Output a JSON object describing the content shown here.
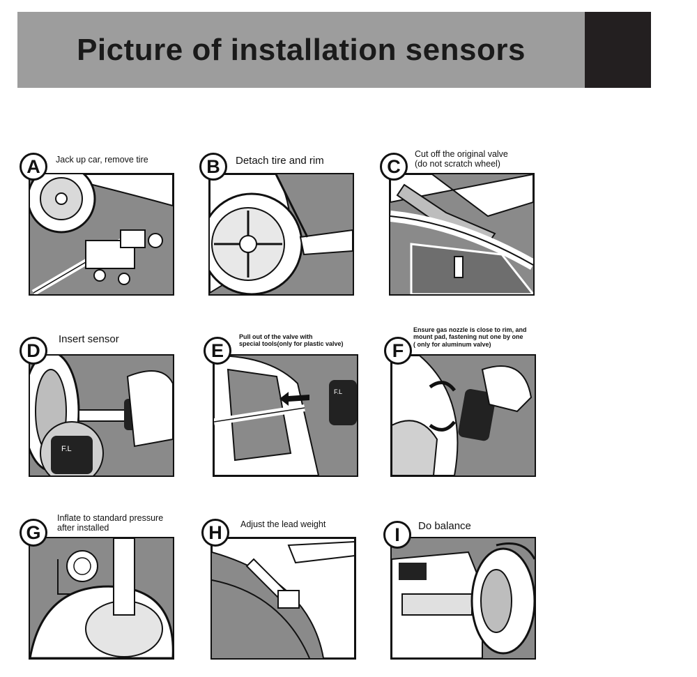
{
  "header": {
    "title": "Picture of installation sensors"
  },
  "steps": [
    {
      "letter": "A",
      "caption": "Jack up car, remove tire"
    },
    {
      "letter": "B",
      "caption": "Detach tire and rim"
    },
    {
      "letter": "C",
      "caption": "Cut off the original valve\n(do not scratch wheel)"
    },
    {
      "letter": "D",
      "caption": "Insert sensor"
    },
    {
      "letter": "E",
      "caption": "Pull out of the valve with\nspecial tools(only for plastic valve)"
    },
    {
      "letter": "F",
      "caption": "Ensure gas nozzle is close to rim, and\nmount pad, fastening nut one by one\n( only for aluminum valve)"
    },
    {
      "letter": "G",
      "caption": "Inflate to standard pressure\nafter installed"
    },
    {
      "letter": "H",
      "caption": "Adjust the lead weight"
    },
    {
      "letter": "I",
      "caption": "Do balance"
    }
  ],
  "sensor_label": "F.L"
}
